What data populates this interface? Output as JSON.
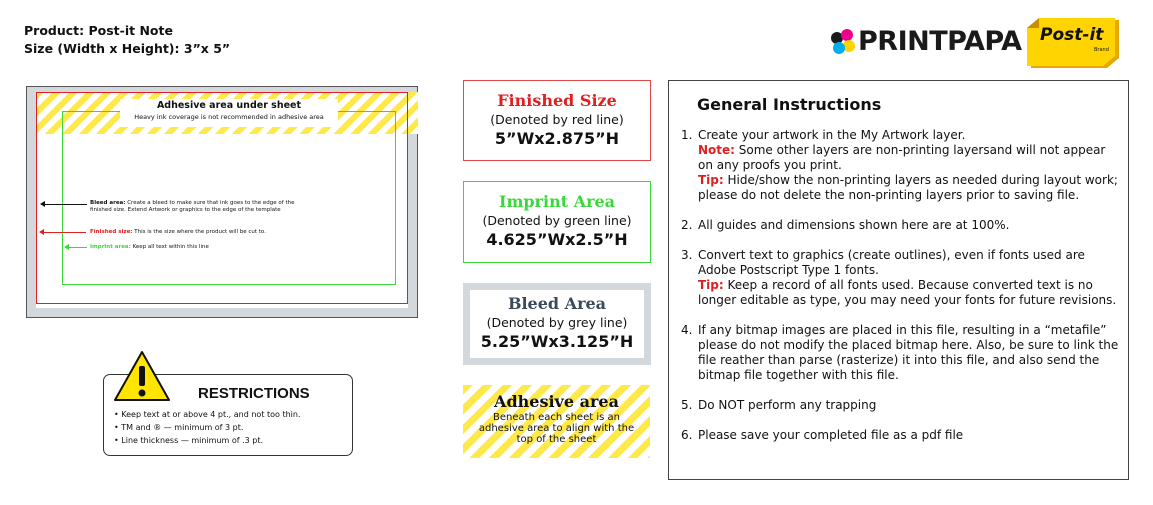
{
  "header": {
    "product": "Product: Post-it Note",
    "size": "Size (Width x Height): 3”x 5”"
  },
  "logos": {
    "printpapa": "PRINTPAPA",
    "postit": "Post-it",
    "postit_brand": "Brand"
  },
  "template": {
    "adhesive_title": "Adhesive area under sheet",
    "adhesive_sub": "Heavy ink coverage is not recommended in adhesive area",
    "bleed_label": "Bleed area:",
    "bleed_text": "Create a bleed to make sure that ink goes to the edge of the finished size. Extend Artwork or graphics to the edge of the template",
    "finished_label": "Finished size:",
    "finished_text": "This is the size where the product will be cut to.",
    "imprint_label": "Imprint area:",
    "imprint_text": "Keep all text within this line"
  },
  "restrictions": {
    "title": "RESTRICTIONS",
    "items": [
      "Keep text at or above 4 pt., and not too thin.",
      "TM and ® — minimum of 3 pt.",
      "Line thickness — minimum of .3 pt."
    ]
  },
  "legend": {
    "finished": {
      "title": "Finished Size",
      "sub": "(Denoted by red line)",
      "dim": "5”Wx2.875”H"
    },
    "imprint": {
      "title": "Imprint Area",
      "sub": "(Denoted by green line)",
      "dim": "4.625”Wx2.5”H"
    },
    "bleed": {
      "title": "Bleed Area",
      "sub": "(Denoted by grey line)",
      "dim": "5.25”Wx3.125”H"
    },
    "adhesive": {
      "title": "Adhesive area",
      "desc": "Beneath each sheet is an adhesive area to align with the top of the sheet"
    }
  },
  "instructions": {
    "title": "General Instructions",
    "items": [
      {
        "num": "1.",
        "text": "Create your artwork in the My Artwork layer.",
        "note_label": "Note:",
        "note_text": " Some other layers are non-printing layersand will not appear on any proofs you print.",
        "tip_label": "Tip:",
        "tip_text": " Hide/show the non-printing layers as needed during layout work; please do not delete the non-printing layers prior to saving file."
      },
      {
        "num": "2.",
        "text": "All guides and dimensions shown here are at 100%."
      },
      {
        "num": "3.",
        "text": "Convert text to graphics (create outlines), even if fonts used are Adobe Postscript Type 1 fonts.",
        "tip_label": "Tip:",
        "tip_text": " Keep a record of all fonts used. Because converted text is no longer editable as type, you may need your fonts for future revisions."
      },
      {
        "num": "4.",
        "text": "If any bitmap images are placed in this file, resulting in a “metafile” please do not modify the placed bitmap here. Also, be sure to link the file reather than parse (rasterize) it into this file, and also send the bitmap file together with this file."
      },
      {
        "num": "5.",
        "text": "Do NOT perform any trapping"
      },
      {
        "num": "6.",
        "text": "Please save your completed file as a pdf file"
      }
    ]
  },
  "colors": {
    "red": "#e02020",
    "green": "#39d939",
    "grey": "#d3d8dc",
    "yellow": "#ffe84a"
  }
}
